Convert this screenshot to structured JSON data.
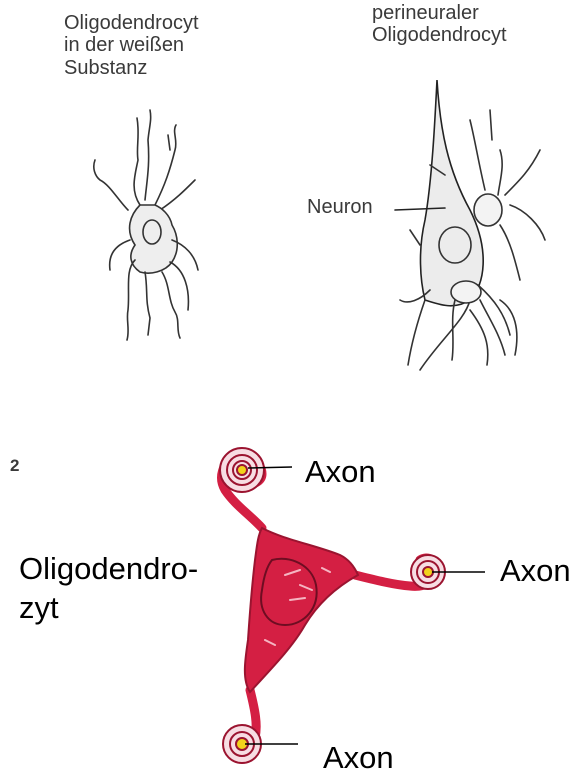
{
  "labels": {
    "oligo_white_matter": "Oligodendrocyt\nin der weißen\nSubstanz",
    "perineural": "perineuraler\nOligodendrocyt",
    "neuron": "Neuron",
    "figure_number": "2",
    "oligodendrozyt": "Oligodendro-\nzyt",
    "axon_top": "Axon",
    "axon_right": "Axon",
    "axon_bottom": "Axon"
  },
  "colors": {
    "cell_fill": "#d41f43",
    "cell_outline": "#9b1430",
    "axon_core": "#f2d21b",
    "ink": "#333333"
  }
}
